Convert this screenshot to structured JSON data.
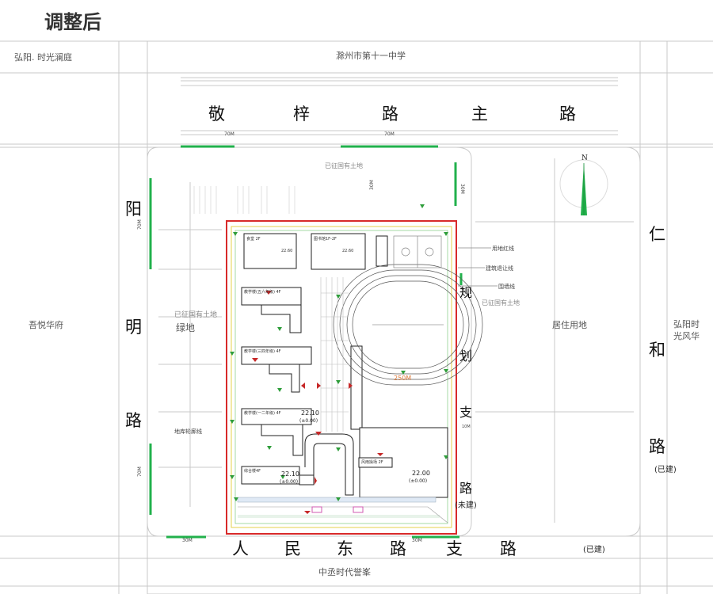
{
  "title": "调整后",
  "labels": {
    "top_left": "弘阳. 时光澜庭",
    "top_center": "滁州市第十一中学",
    "left_area": "吾悦华府",
    "right_area": "居住用地",
    "right_far": [
      "弘阳时",
      "光风华"
    ],
    "bottom_center": "中丞时代誉峯",
    "land_top": "已征国有土地",
    "land_left": "已征国有土地",
    "green_left": "绿地",
    "land_right": "已征国有土地",
    "contour_line": "地库轮廓线",
    "property_line": "用地红线",
    "setback_line": "建筑退让线",
    "wall_line": "围墙线",
    "track": "250M",
    "north": "N"
  },
  "roads": {
    "top": [
      "敬",
      "梓",
      "路",
      "主",
      "路"
    ],
    "left": [
      "阳",
      "明",
      "路"
    ],
    "right": [
      "仁",
      "和",
      "路"
    ],
    "right_note": "(已建)",
    "mid_right": [
      "规",
      "划",
      "支",
      "路"
    ],
    "mid_right_note": "(未建)",
    "bottom": [
      "人",
      "民",
      "东",
      "路",
      "支",
      "路"
    ],
    "bottom_note": "(已建)"
  },
  "dims": {
    "top_1": "70M",
    "top_2": "70M",
    "left_1": "70M",
    "left_2": "70M",
    "bottom_1": "30M",
    "bottom_2": "30M",
    "right_top": "30M",
    "right_mid": "10M",
    "north_gap": "30M"
  },
  "buildings": {
    "b1_title": "食堂 2F",
    "b1_elev": "22.60",
    "b2_title": "图书馆1F-2F",
    "b2_elev": "22.60",
    "teach1": "教学楼(五六年级) 4F",
    "teach2": "教学楼(三四年级) 4F",
    "teach3": "教学楼(一二年级) 4F",
    "teach3_elev": "22.10",
    "teach3_base": "(±0.00)",
    "complex": "综合楼4F",
    "complex_elev": "22.10",
    "complex_base": "(±0.00)",
    "pe": "风雨操场 2F",
    "pe_elev": "22.00",
    "pe_base": "(±0.00)"
  }
}
